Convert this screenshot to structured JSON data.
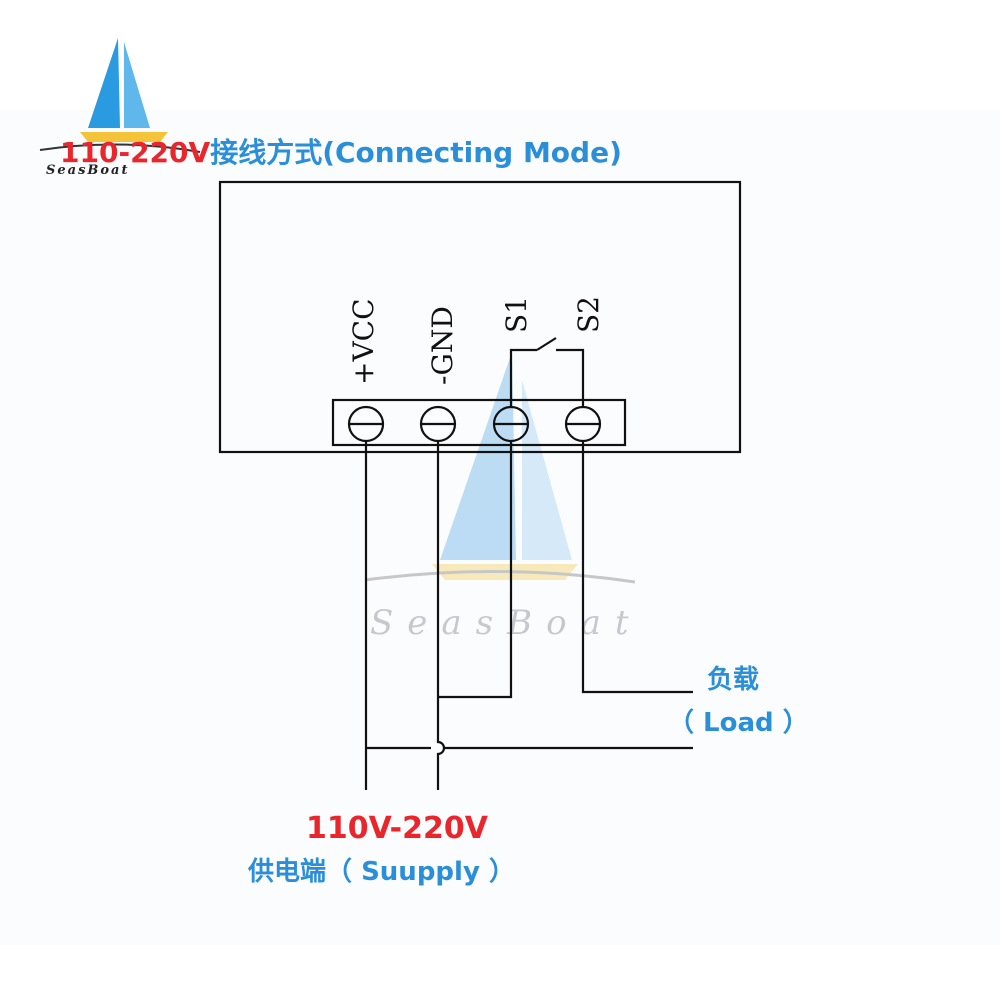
{
  "title": {
    "voltage": "110-220V",
    "chinese": "接线方式",
    "english": "(Connecting  Mode)"
  },
  "terminals": [
    "+VCC",
    "-GND",
    "S1",
    "S2"
  ],
  "load": {
    "chinese": "负载",
    "english": "（ Load ）"
  },
  "supply": {
    "voltage": "110V-220V",
    "chinese": "供电端",
    "english": "（ Suupply ）"
  },
  "watermark": {
    "text": "SeasBoat"
  },
  "logo": {
    "text": "SeasBoat"
  },
  "colors": {
    "red": "#e8262c",
    "blue": "#2a8fd8",
    "line": "#111111"
  }
}
